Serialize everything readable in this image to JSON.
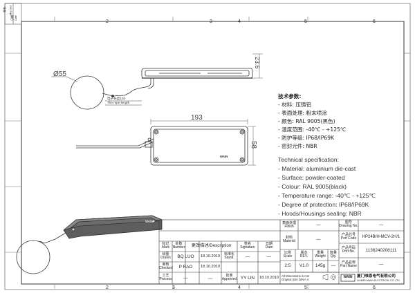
{
  "zones": {
    "top": [
      "2",
      "3",
      "4",
      "5",
      "6"
    ],
    "bottom": [
      "2",
      "3",
      "4",
      "5",
      "6"
    ]
  },
  "revision_box": {
    "cn": "签名",
    "en": "Mey Sed",
    "date_cn": "日期",
    "date_en": "Date"
  },
  "drawing_dims": {
    "diameter": "Ø55",
    "height": "23.6",
    "length": "193",
    "width": "58",
    "cable_cn": "电子长度100",
    "cable_en": "The rope length",
    "brand_mark": "WAIN"
  },
  "specs_cn": {
    "title": "技术参数:",
    "lines": [
      "- 材料: 压铸铝",
      "- 表面处理: 粉末喷涂",
      "- 颜色: RAL 9005(黑色)",
      "- 温度范围: -40℃ - +125℃",
      "- 防护等级: IP68/IP69K",
      "- 密封元件: NBR"
    ]
  },
  "specs_en": {
    "title": "Technical specification:",
    "lines": [
      "- Material: aluminium die-cast",
      "- Surface: powder-coated",
      "- Colour: RAL 9005(black)",
      "- Temperature range: -40℃ - +125℃",
      "- Degree of protection: IP68/IP69K",
      "- Hoods/Housings sealing: NBR"
    ]
  },
  "title_block": {
    "headers": {
      "mark_cn": "标记",
      "mark_en": "Mark",
      "num_cn": "处数",
      "num_en": "Number",
      "change_cn": "更改描述",
      "change_en": "Description",
      "sig_cn": "签名",
      "sig_en": "Signature",
      "date_cn": "日期",
      "date_en": "Date"
    },
    "drawn": {
      "cn": "绘图",
      "en": "Drawn",
      "name": "BQ LUO",
      "date": "18.10.2010"
    },
    "checked": {
      "cn": "审核",
      "en": "Checked",
      "name": "P RAO",
      "date": "18.10.2010"
    },
    "process": {
      "cn": "工艺",
      "en": "Process",
      "name": "—",
      "date": "—"
    },
    "stand": {
      "cn": "标准化",
      "en": "Stand.",
      "value": "—"
    },
    "approved": {
      "cn": "批准",
      "en": "Approved",
      "name": "YY LIN",
      "date": "18.10.2010"
    },
    "finish": {
      "cn": "表面处理",
      "en": "Finish",
      "value": "—"
    },
    "material": {
      "cn": "材料",
      "en": "Material",
      "value": "—"
    },
    "scale": {
      "cn": "比例",
      "en": "Scale",
      "value": "2:5"
    },
    "rev": {
      "cn": "版本",
      "en": "REV.",
      "value": "V1.0"
    },
    "weight": {
      "cn": "重量",
      "en": "Weight",
      "value": "145g"
    },
    "qty": {
      "cn": "数量",
      "en": "Qty.",
      "value": "—"
    },
    "dims_note": {
      "line1": "All Dimensions in mm",
      "line2": "Original Size DIN A 4"
    },
    "drawing_no": {
      "cn": "图号",
      "en": "Drawing No.",
      "value": "—"
    },
    "port_code": {
      "cn": "产品代号",
      "en": "Port Code",
      "value": "HP24B/H-MCV-2H/1"
    },
    "port_no": {
      "cn": "产品号码",
      "en": "Port No.",
      "value": "1136240208111"
    },
    "part_name": {
      "cn": "产品名称",
      "en": "Part Name",
      "value": "—"
    },
    "company": {
      "logo": "WAIN",
      "cn": "厦门唯恩电气有限公司",
      "en": "XIAMEN WAIN ELECTRICAL CO.,LTD"
    }
  }
}
